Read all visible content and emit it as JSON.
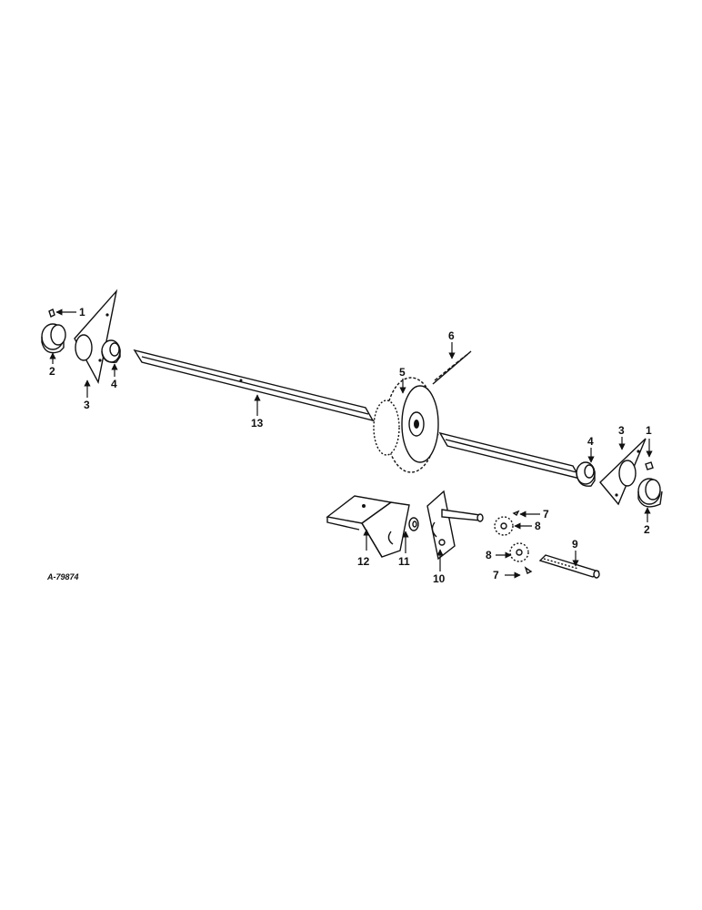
{
  "figure_ref": "A-79874",
  "callouts": [
    "1",
    "2",
    "3",
    "4",
    "5",
    "6",
    "7",
    "8",
    "9",
    "10",
    "11",
    "12",
    "13"
  ]
}
